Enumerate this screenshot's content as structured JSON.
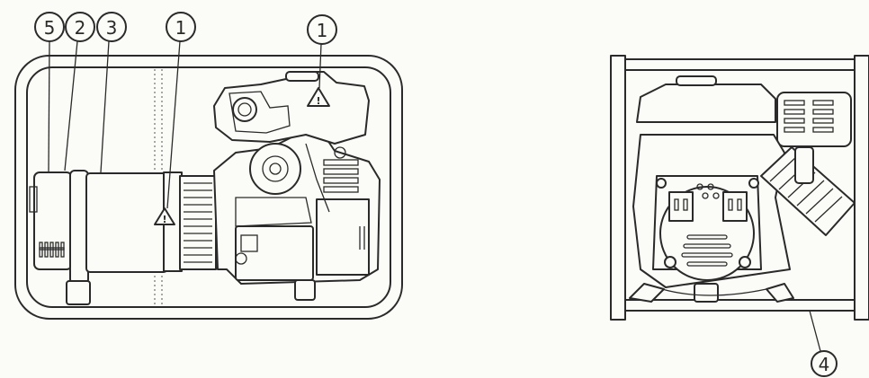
{
  "callouts": {
    "c5": "5",
    "c2": "2",
    "c3": "3",
    "c1_left": "1",
    "c1_right": "1",
    "c4": "4"
  },
  "warning_mark": "!",
  "colors": {
    "line": "#2a2a2a",
    "paper": "#fbfbf7"
  },
  "icons": [
    "warning-triangle-icon"
  ]
}
